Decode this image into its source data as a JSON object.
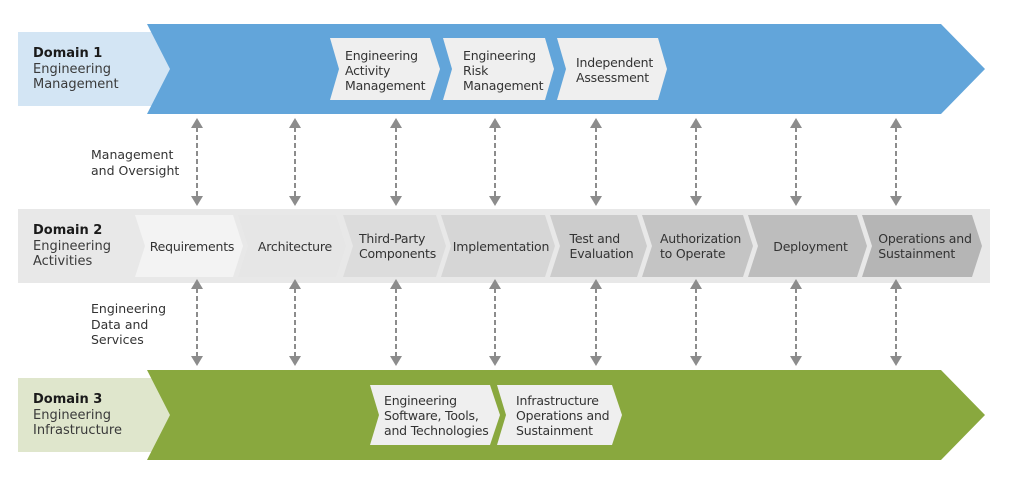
{
  "colors": {
    "domain1_label_bg": "#d3e5f4",
    "domain1_band": "#62a5da",
    "domain2_band": "#e8e8e8",
    "domain3_label_bg": "#dfe6cc",
    "domain3_band": "#89a83e",
    "sub_chevron_light": "#efefef",
    "arrow": "#8c8c8c"
  },
  "domains": [
    {
      "title": "Domain 1",
      "subtitle_line1": "Engineering",
      "subtitle_line2": "Management",
      "items": [
        {
          "line1": "Engineering",
          "line2": "Activity",
          "line3": "Management"
        },
        {
          "line1": "Engineering",
          "line2": "Risk",
          "line3": "Management"
        },
        {
          "line1": "Independent",
          "line2": "Assessment",
          "line3": ""
        }
      ]
    },
    {
      "title": "Domain 2",
      "subtitle_line1": "Engineering",
      "subtitle_line2": "Activities",
      "items": [
        {
          "line1": "Requirements",
          "line2": "",
          "shade": "#f3f3f3"
        },
        {
          "line1": "Architecture",
          "line2": "",
          "shade": "#e6e6e6"
        },
        {
          "line1": "Third-Party",
          "line2": "Components",
          "shade": "#dcdcdc"
        },
        {
          "line1": "Implementation",
          "line2": "",
          "shade": "#d6d6d6"
        },
        {
          "line1": "Test and",
          "line2": "Evaluation",
          "shade": "#cccccc"
        },
        {
          "line1": "Authorization",
          "line2": "to Operate",
          "shade": "#c4c4c4"
        },
        {
          "line1": "Deployment",
          "line2": "",
          "shade": "#bdbdbd"
        },
        {
          "line1": "Operations and",
          "line2": "Sustainment",
          "shade": "#b5b5b5"
        }
      ]
    },
    {
      "title": "Domain 3",
      "subtitle_line1": "Engineering",
      "subtitle_line2": "Infrastructure",
      "items": [
        {
          "line1": "Engineering",
          "line2": "Software, Tools,",
          "line3": "and Technologies"
        },
        {
          "line1": "Infrastructure",
          "line2": "Operations and",
          "line3": "Sustainment"
        }
      ]
    }
  ],
  "connectors": {
    "upper_label_line1": "Management",
    "upper_label_line2": "and Oversight",
    "lower_label_line1": "Engineering",
    "lower_label_line2": "Data and",
    "lower_label_line3": "Services",
    "arrow_count_per_row": 8
  }
}
